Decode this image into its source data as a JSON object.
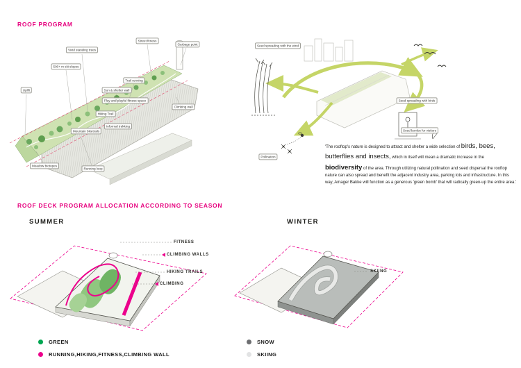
{
  "colors": {
    "pink": "#e6007e",
    "magenta": "#ec008c",
    "green": "#00a651",
    "arrow_green": "#b7cb42",
    "snow_gray": "#6d6e71",
    "ski_gray": "#e2e3e4"
  },
  "roof_program": {
    "title": "ROOF PROGRAM",
    "callouts": [
      "Uplift",
      "Vivid standing trees",
      "Street fitness",
      "Garbage point",
      "500+ m ski slopes",
      "Trail running",
      "Sun & shelter wall",
      "Play and playful fitness space",
      "Hiking Trail",
      "Climbing wall",
      "Informal trekking",
      "Mountain biketrails",
      "Meadow biotopes",
      "Running loop"
    ]
  },
  "biodiversity": {
    "callouts": [
      "Seed spreading with the wind",
      "Seed spreading with birds",
      "Seed bombs for visitors",
      "Pollination"
    ],
    "quote_parts": [
      "'The rooftop's nature is designed to attract and shelter a wide selection of ",
      "birds, bees, butterflies and insects,",
      " which in itself will mean a dramatic increase in the ",
      "biodiversity",
      " of the area. Through utilizing natural pollination and seed dispersal the rooftop nature can also spread and benefit the adjacent industry area, parking lots and infrastructure. In this way, Amager Bakke will function as a generous 'green bomb' that will radically green-up the entire area.'"
    ]
  },
  "season": {
    "title": "ROOF DECK PROGRAM ALLOCATION ACCORDING TO SEASON",
    "summer": {
      "title": "SUMMER",
      "callouts": [
        "FITNESS",
        "CLIMBING WALLS",
        "HIKING TRAILS",
        "CLIMBING"
      ],
      "legend": [
        {
          "color": "#00a651",
          "label": "GREEN"
        },
        {
          "color": "#ec008c",
          "label": "RUNNING,HIKING,FITNESS,CLIMBING WALL"
        }
      ]
    },
    "winter": {
      "title": "WINTER",
      "callouts": [
        "SKIING"
      ],
      "legend": [
        {
          "color": "#6d6e71",
          "label": "SNOW"
        },
        {
          "color": "#e2e3e4",
          "label": "SKIING"
        }
      ]
    }
  }
}
